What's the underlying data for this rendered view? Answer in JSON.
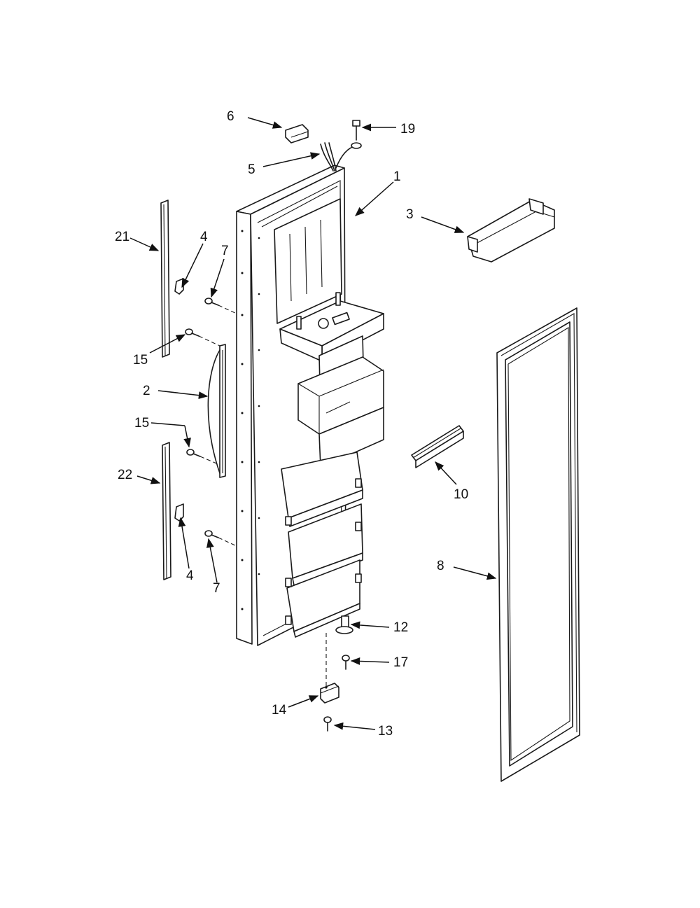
{
  "diagram": {
    "callouts": {
      "c1": "1",
      "c2": "2",
      "c3": "3",
      "c4a": "4",
      "c4b": "4",
      "c5": "5",
      "c6": "6",
      "c7a": "7",
      "c7b": "7",
      "c8": "8",
      "c10": "10",
      "c12": "12",
      "c13": "13",
      "c14": "14",
      "c15a": "15",
      "c15b": "15",
      "c17": "17",
      "c19": "19",
      "c21": "21",
      "c22": "22"
    }
  }
}
